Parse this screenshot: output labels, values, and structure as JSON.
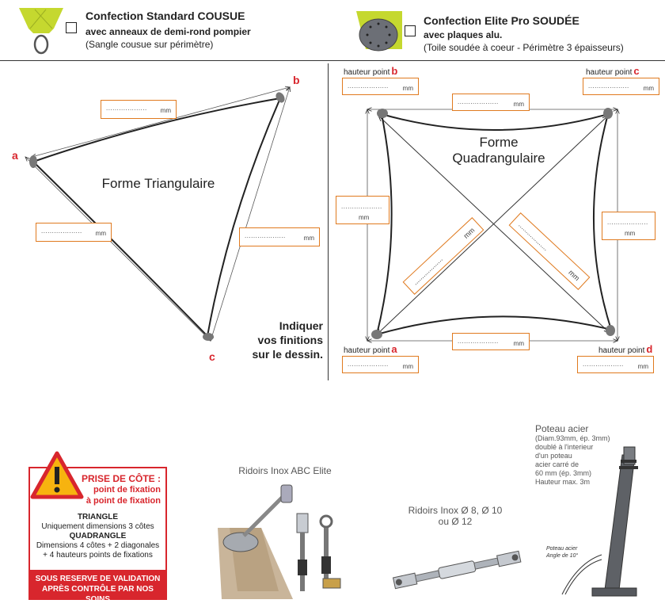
{
  "header": {
    "standard": {
      "title": "Confection Standard COUSUE",
      "subtitle": "avec anneaux de demi-rond pompier",
      "note": "(Sangle cousue sur périmètre)"
    },
    "elite": {
      "title": "Confection Elite Pro SOUDÉE",
      "subtitle": "avec plaques alu.",
      "note": "(Toile soudée à coeur - Périmètre 3 épaisseurs)"
    }
  },
  "triangle": {
    "label": "Forme Triangulaire",
    "corners": [
      "a",
      "b",
      "c"
    ],
    "field_dots": "...................",
    "field_unit": "mm"
  },
  "quad": {
    "label_line1": "Forme",
    "label_line2": "Quadrangulaire",
    "hauteur_label": "hauteur point",
    "corners": [
      "a",
      "b",
      "c",
      "d"
    ],
    "field_dots": "...................",
    "field_unit": "mm"
  },
  "finitions": {
    "line1": "Indiquer",
    "line2": "vos finitions",
    "line3": "sur le dessin."
  },
  "warning": {
    "title": "PRISE DE CÔTE :",
    "line2": "point de fixation",
    "line3": "à point de fixation",
    "triangle_title": "TRIANGLE",
    "triangle_text": "Uniquement dimensions 3 côtes",
    "quad_title": "QUADRANGLE",
    "quad_text1": "Dimensions 4 côtes + 2 diagonales",
    "quad_text2": "+ 4 hauteurs points de fixations",
    "footer1": "SOUS RESERVE DE VALIDATION",
    "footer2": "APRÈS CONTRÔLE PAR NOS SOINS",
    "accent": "#d8262d"
  },
  "products": {
    "abc_caption": "Ridoirs Inox ABC Elite",
    "inox_caption1": "Ridoirs Inox Ø 8, Ø 10",
    "inox_caption2": "ou Ø 12",
    "poteau_title": "Poteau acier",
    "poteau_lines": [
      "(Diam.93mm, ép. 3mm)",
      "doublé à l'interieur",
      "d'un poteau",
      "acier carré de",
      "60 mm (ép. 3mm)",
      "Hauteur max. 3m"
    ],
    "poteau_tag1": "Poteau acier",
    "poteau_tag2": "Angle de 10°"
  },
  "colors": {
    "accent_orange": "#e07a1f",
    "accent_red": "#d8262d",
    "lime": "#c5d82f"
  }
}
